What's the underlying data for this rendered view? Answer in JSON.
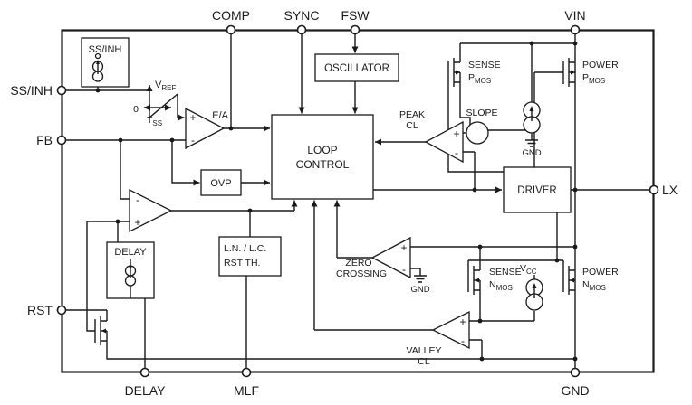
{
  "pins": {
    "comp": "COMP",
    "sync": "SYNC",
    "fsw": "FSW",
    "vin": "VIN",
    "ss_inh": "SS/INH",
    "fb": "FB",
    "rst": "RST",
    "lx": "LX",
    "delay": "DELAY",
    "mlf": "MLF",
    "gnd": "GND"
  },
  "blocks": {
    "ss_inh": "SS/INH",
    "oscillator": "OSCILLATOR",
    "loop_control_1": "LOOP",
    "loop_control_2": "CONTROL",
    "ovp": "OVP",
    "driver": "DRIVER",
    "delay": "DELAY",
    "rst_th_1": "L.N. / L.C.",
    "rst_th_2": "RST TH."
  },
  "comparators": {
    "ea": "E/A",
    "peak_cl_1": "PEAK",
    "peak_cl_2": "CL",
    "slope": "SLOPE",
    "zero_crossing_1": "ZERO",
    "zero_crossing_2": "CROSSING",
    "valley_cl_1": "VALLEY",
    "valley_cl_2": "CL"
  },
  "transistors": {
    "sense_pmos_1": "SENSE",
    "sense_pmos_2": "P",
    "sense_pmos_2_sub": "MOS",
    "power_pmos_1": "POWER",
    "power_pmos_2": "P",
    "power_pmos_2_sub": "MOS",
    "sense_nmos_1": "SENSE",
    "sense_nmos_2": "N",
    "sense_nmos_2_sub": "MOS",
    "power_nmos_1": "POWER",
    "power_nmos_2": "N",
    "power_nmos_2_sub": "MOS"
  },
  "signals": {
    "vref": "V",
    "vref_sub": "REF",
    "tss": "T",
    "tss_sub": "SS",
    "zero": "0",
    "vcc": "V",
    "vcc_sub": "CC",
    "gnd": "GND",
    "plus": "+",
    "minus": "-"
  },
  "colors": {
    "line": "#1a1a1a",
    "background": "#ffffff"
  }
}
